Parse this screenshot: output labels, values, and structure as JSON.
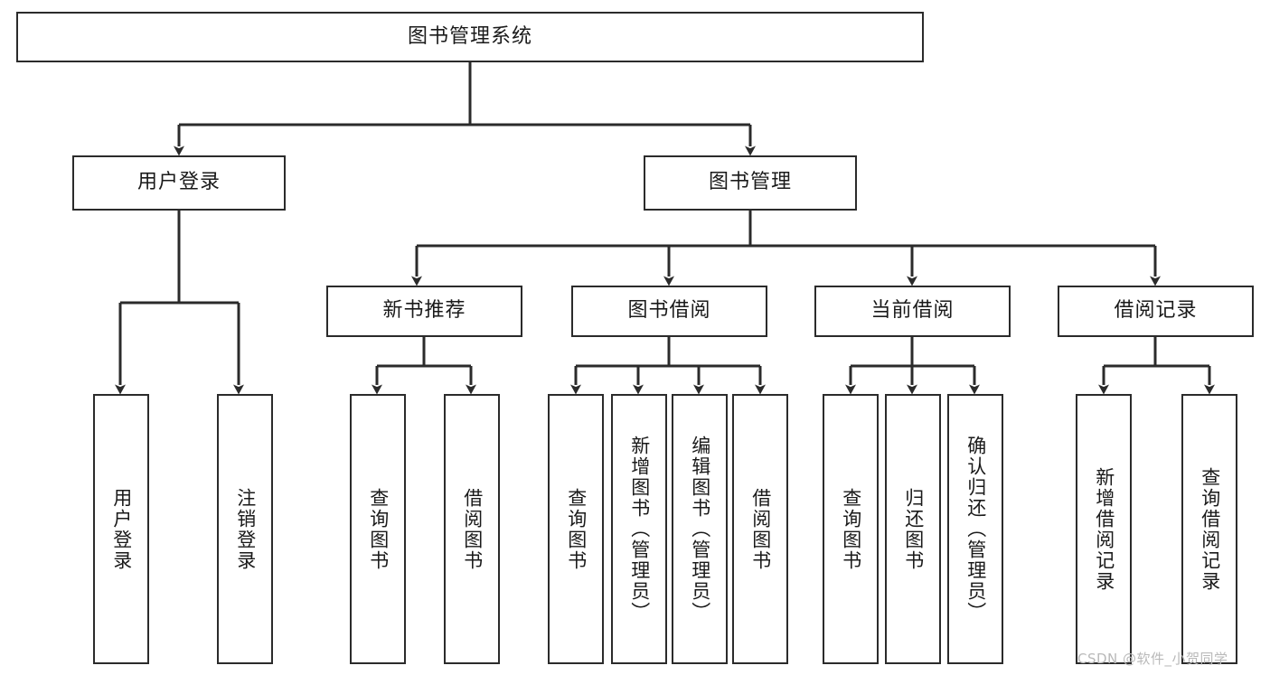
{
  "diagram": {
    "title": "图书管理系统",
    "type": "tree-hierarchy-diagram",
    "colors": {
      "box_border": "#2b2b2b",
      "box_fill": "#ffffff",
      "edge": "#2b2b2b",
      "text": "#1a1a1a",
      "watermark": "#b9b9b9"
    }
  },
  "nodes": {
    "root": {
      "label": "图书管理系统",
      "level": 0,
      "orientation": "horizontal"
    },
    "level1": [
      {
        "id": "user-login",
        "label": "用户登录",
        "orientation": "horizontal"
      },
      {
        "id": "book-manage",
        "label": "图书管理",
        "orientation": "horizontal"
      }
    ],
    "level2": [
      {
        "id": "new-book-recommend",
        "label": "新书推荐",
        "orientation": "horizontal",
        "parent": "book-manage"
      },
      {
        "id": "book-borrow",
        "label": "图书借阅",
        "orientation": "horizontal",
        "parent": "book-manage"
      },
      {
        "id": "current-borrow",
        "label": "当前借阅",
        "orientation": "horizontal",
        "parent": "book-manage"
      },
      {
        "id": "borrow-record",
        "label": "借阅记录",
        "orientation": "horizontal",
        "parent": "book-manage"
      }
    ],
    "leaves": [
      {
        "id": "leaf-user-login",
        "label": "用户登录",
        "parent": "user-login",
        "orientation": "vertical"
      },
      {
        "id": "leaf-user-logout",
        "label": "注销登录",
        "parent": "user-login",
        "orientation": "vertical"
      },
      {
        "id": "leaf-query-book-1",
        "label": "查询图书",
        "parent": "new-book-recommend",
        "orientation": "vertical"
      },
      {
        "id": "leaf-borrow-book-1",
        "label": "借阅图书",
        "parent": "new-book-recommend",
        "orientation": "vertical"
      },
      {
        "id": "leaf-query-book-2",
        "label": "查询图书",
        "parent": "book-borrow",
        "orientation": "vertical"
      },
      {
        "id": "leaf-add-book",
        "label": "新增图书（管理员）",
        "parent": "book-borrow",
        "orientation": "vertical"
      },
      {
        "id": "leaf-edit-book",
        "label": "编辑图书（管理员）",
        "parent": "book-borrow",
        "orientation": "vertical"
      },
      {
        "id": "leaf-borrow-book-2",
        "label": "借阅图书",
        "parent": "book-borrow",
        "orientation": "vertical"
      },
      {
        "id": "leaf-query-book-3",
        "label": "查询图书",
        "parent": "current-borrow",
        "orientation": "vertical"
      },
      {
        "id": "leaf-return-book",
        "label": "归还图书",
        "parent": "current-borrow",
        "orientation": "vertical"
      },
      {
        "id": "leaf-confirm-return",
        "label": "确认归还（管理员）",
        "parent": "current-borrow",
        "orientation": "vertical"
      },
      {
        "id": "leaf-add-record",
        "label": "新增借阅记录",
        "parent": "borrow-record",
        "orientation": "vertical"
      },
      {
        "id": "leaf-query-record",
        "label": "查询借阅记录",
        "parent": "borrow-record",
        "orientation": "vertical"
      }
    ]
  },
  "watermark": {
    "text": "CSDN @软件_小贺同学"
  }
}
